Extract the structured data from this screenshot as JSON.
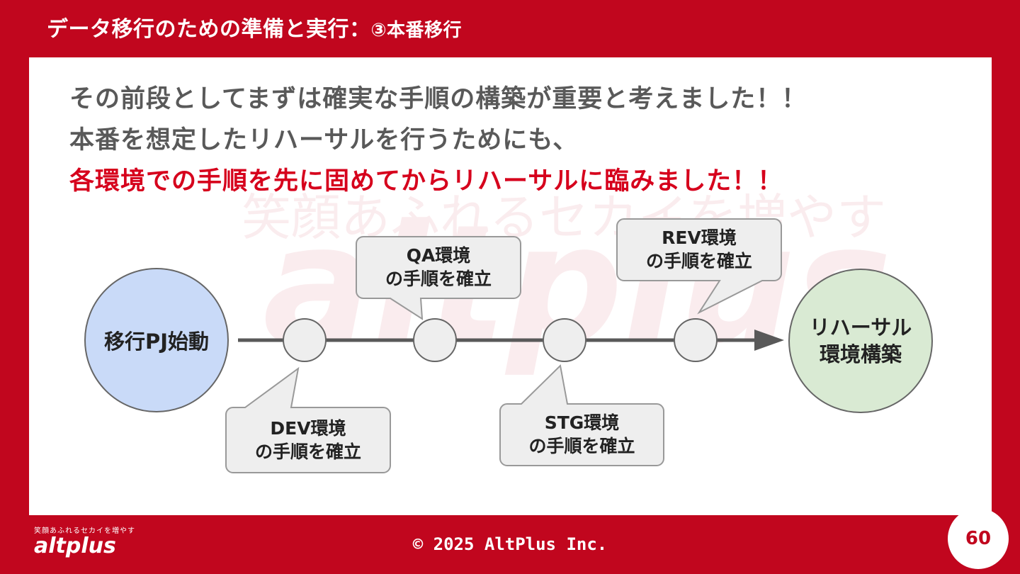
{
  "header": {
    "title": "データ移行のための準備と実行：",
    "subtitle": "③本番移行"
  },
  "body": {
    "line1": "その前段としてまずは確実な手順の構築が重要と考えました！！",
    "line2": "本番を想定したリハーサルを行うためにも、",
    "line3": "各環境での手順を先に固めてからリハーサルに臨みました！！"
  },
  "diagram": {
    "start": "移行PJ始動",
    "end_line1": "リハーサル",
    "end_line2": "環境構築",
    "milestones": [
      {
        "env": "DEV環境",
        "step": "の手順を確立"
      },
      {
        "env": "QA環境",
        "step": "の手順を確立"
      },
      {
        "env": "STG環境",
        "step": "の手順を確立"
      },
      {
        "env": "REV環境",
        "step": "の手順を確立"
      }
    ]
  },
  "footer": {
    "logo_tagline": "笑顔あふれるセカイを増やす",
    "logo_text": "altplus",
    "copyright": "© 2025 AltPlus Inc.",
    "page_number": "60"
  },
  "colors": {
    "brand_red": "#c1061e",
    "highlight_red": "#d6001c",
    "start_fill": "#c9daf8",
    "end_fill": "#d9ead3",
    "node_fill": "#eeeeee"
  }
}
